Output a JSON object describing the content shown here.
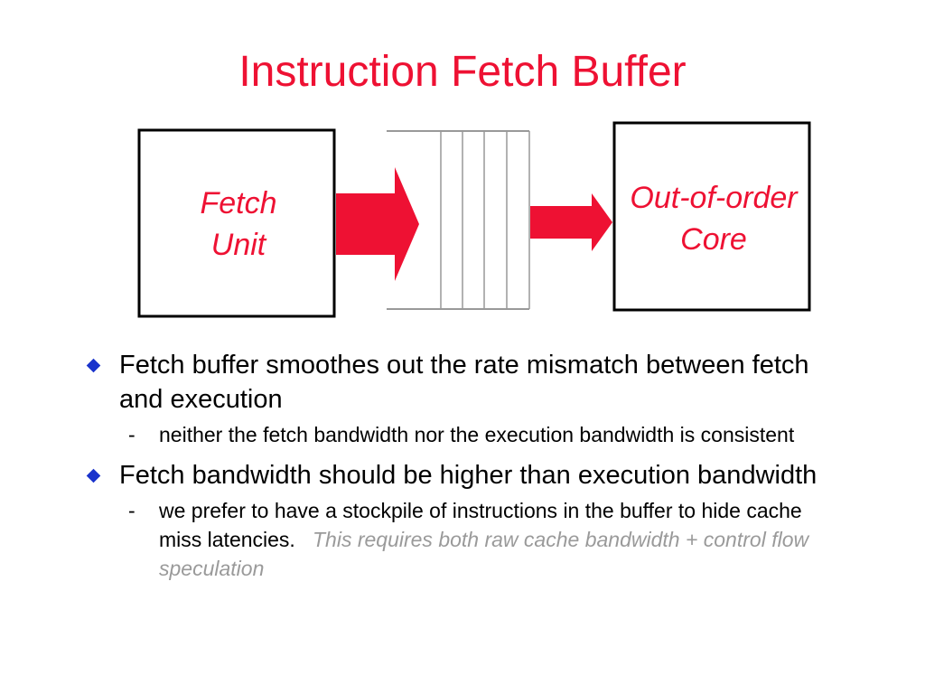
{
  "title": "Instruction Fetch Buffer",
  "diagram": {
    "fetch_unit": {
      "line1": "Fetch",
      "line2": "Unit"
    },
    "core": {
      "line1": "Out-of-order",
      "line2": "Core"
    }
  },
  "bullets": [
    {
      "text": "Fetch buffer smoothes out the rate mismatch between fetch and execution",
      "subs": [
        {
          "text": "neither the fetch bandwidth nor the execution bandwidth is consistent",
          "note": ""
        }
      ]
    },
    {
      "text": "Fetch bandwidth should be higher than execution bandwidth",
      "subs": [
        {
          "text": "we prefer to have a stockpile of instructions in the buffer to hide cache miss latencies.",
          "note": "This requires both raw cache bandwidth + control flow speculation"
        }
      ]
    }
  ],
  "sub_marker": "-",
  "colors": {
    "title": "#ee1133",
    "arrow": "#ee1133",
    "bullet_marker": "#1a33cc",
    "note": "#9a9a9a",
    "buffer_lines": "#999999"
  }
}
